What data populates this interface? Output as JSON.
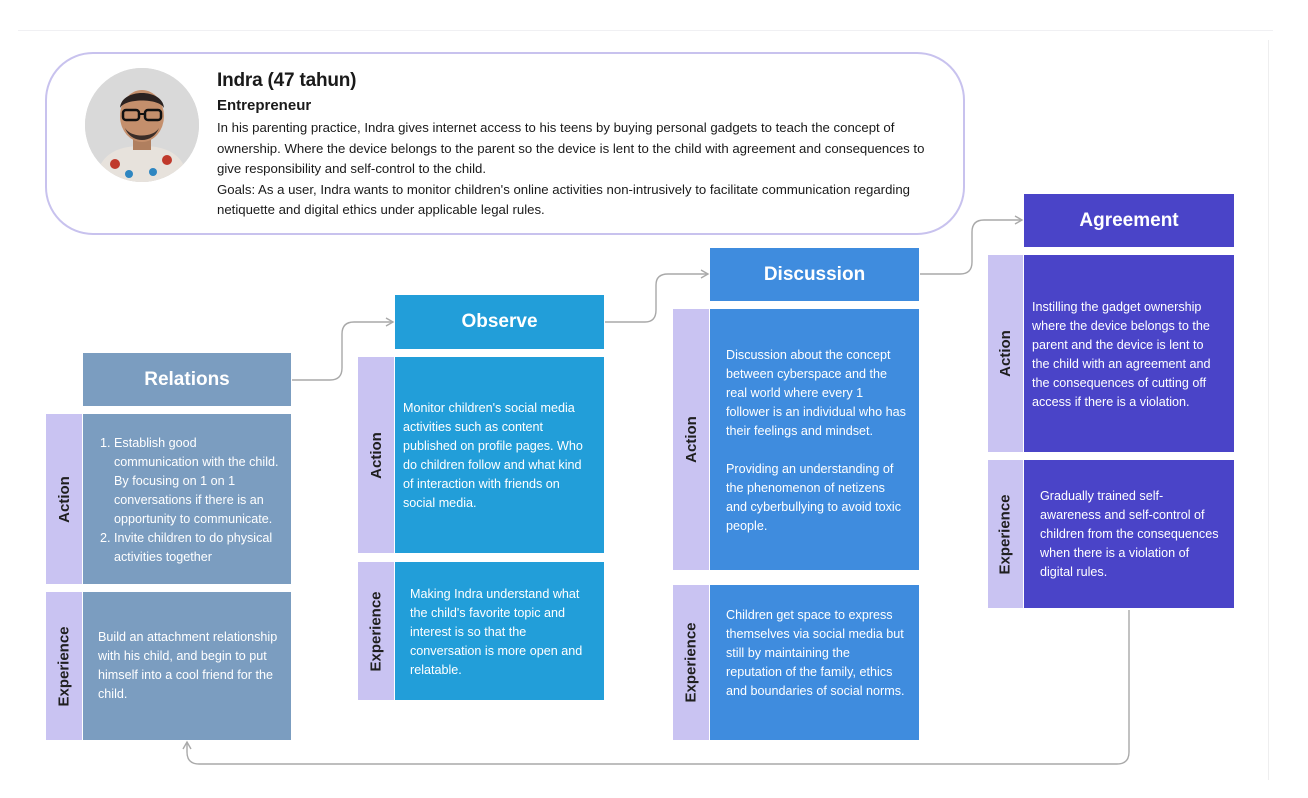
{
  "persona": {
    "name": "Indra (47 tahun)",
    "role": "Entrepreneur",
    "description": "In his parenting practice, Indra gives internet access to his teens by buying personal gadgets to teach the concept of ownership. Where the device belongs to the parent so the device is lent to the child with agreement and consequences to give responsibility and self-control to the child.",
    "goals": "Goals: As a user, Indra wants to monitor children's online activities non-intrusively to facilitate communication regarding netiquette and digital ethics under applicable legal rules."
  },
  "labels": {
    "action": "Action",
    "experience": "Experience"
  },
  "stages": {
    "relations": {
      "title": "Relations",
      "action_items": [
        "Establish good communication with the child. By focusing on 1 on 1 conversations if there is an opportunity to communicate.",
        "Invite children to do physical activities together"
      ],
      "experience": "Build an attachment relationship with his child, and begin to put himself into a cool friend for the child."
    },
    "observe": {
      "title": "Observe",
      "action": "Monitor children's social media activities such as content published on profile pages. Who do children follow and what kind of interaction with friends on social media.",
      "experience": "Making Indra understand what the child's favorite topic and interest is so that the conversation is more open and relatable."
    },
    "discussion": {
      "title": "Discussion",
      "action_p1": "Discussion about the concept between cyberspace and the real world where every 1 follower is an individual who has their feelings and mindset.",
      "action_p2": "Providing an understanding of the phenomenon of netizens and cyberbullying to avoid toxic people.",
      "experience": "Children get space to express themselves via social media but still by maintaining the reputation of the family, ethics and boundaries of social norms."
    },
    "agreement": {
      "title": "Agreement",
      "action": "Instilling the gadget ownership where the device belongs to the parent and the device is lent to the child with an agreement and the consequences of cutting off access if there is a violation.",
      "experience": "Gradually trained self-awareness and self-control of children from the consequences when there is a violation of digital rules."
    }
  },
  "colors": {
    "relations": "#7b9dc0",
    "observe": "#229ed9",
    "discussion": "#3f8cde",
    "agreement": "#4a44c8",
    "tab": "#c9c3f2",
    "card_border": "#c8c2ee",
    "connector": "#a9a9a9"
  },
  "icons": {
    "avatar": "persona-photo"
  }
}
